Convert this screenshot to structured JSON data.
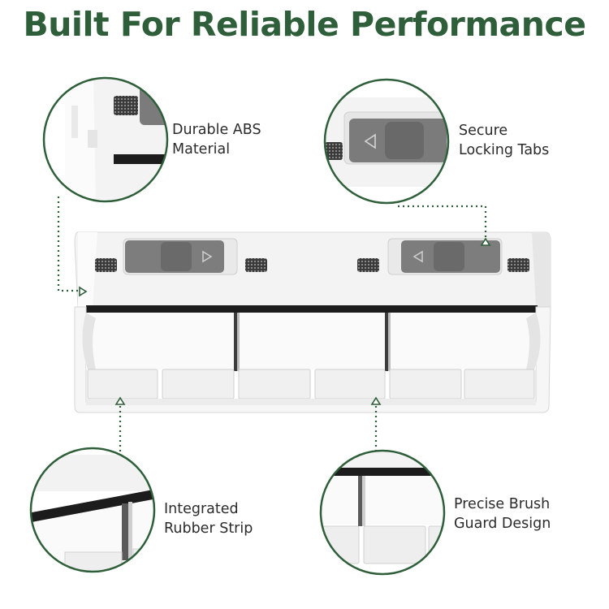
{
  "headline": "Built For Reliable Performance",
  "callouts": [
    {
      "line1": "Durable ABS",
      "line2": "Material"
    },
    {
      "line1": "Secure",
      "line2": "Locking Tabs"
    },
    {
      "line1": "Integrated",
      "line2": "Rubber Strip"
    },
    {
      "line1": "Precise Brush",
      "line2": "Guard Design"
    }
  ],
  "colors": {
    "accent": "#2f5f3a",
    "ring": "#2f5f3a",
    "plastic": "#f4f4f4",
    "plastic_shadow": "#dcdcdc",
    "tab_gray": "#7b7b7b",
    "rubber": "#1c1c1c"
  }
}
